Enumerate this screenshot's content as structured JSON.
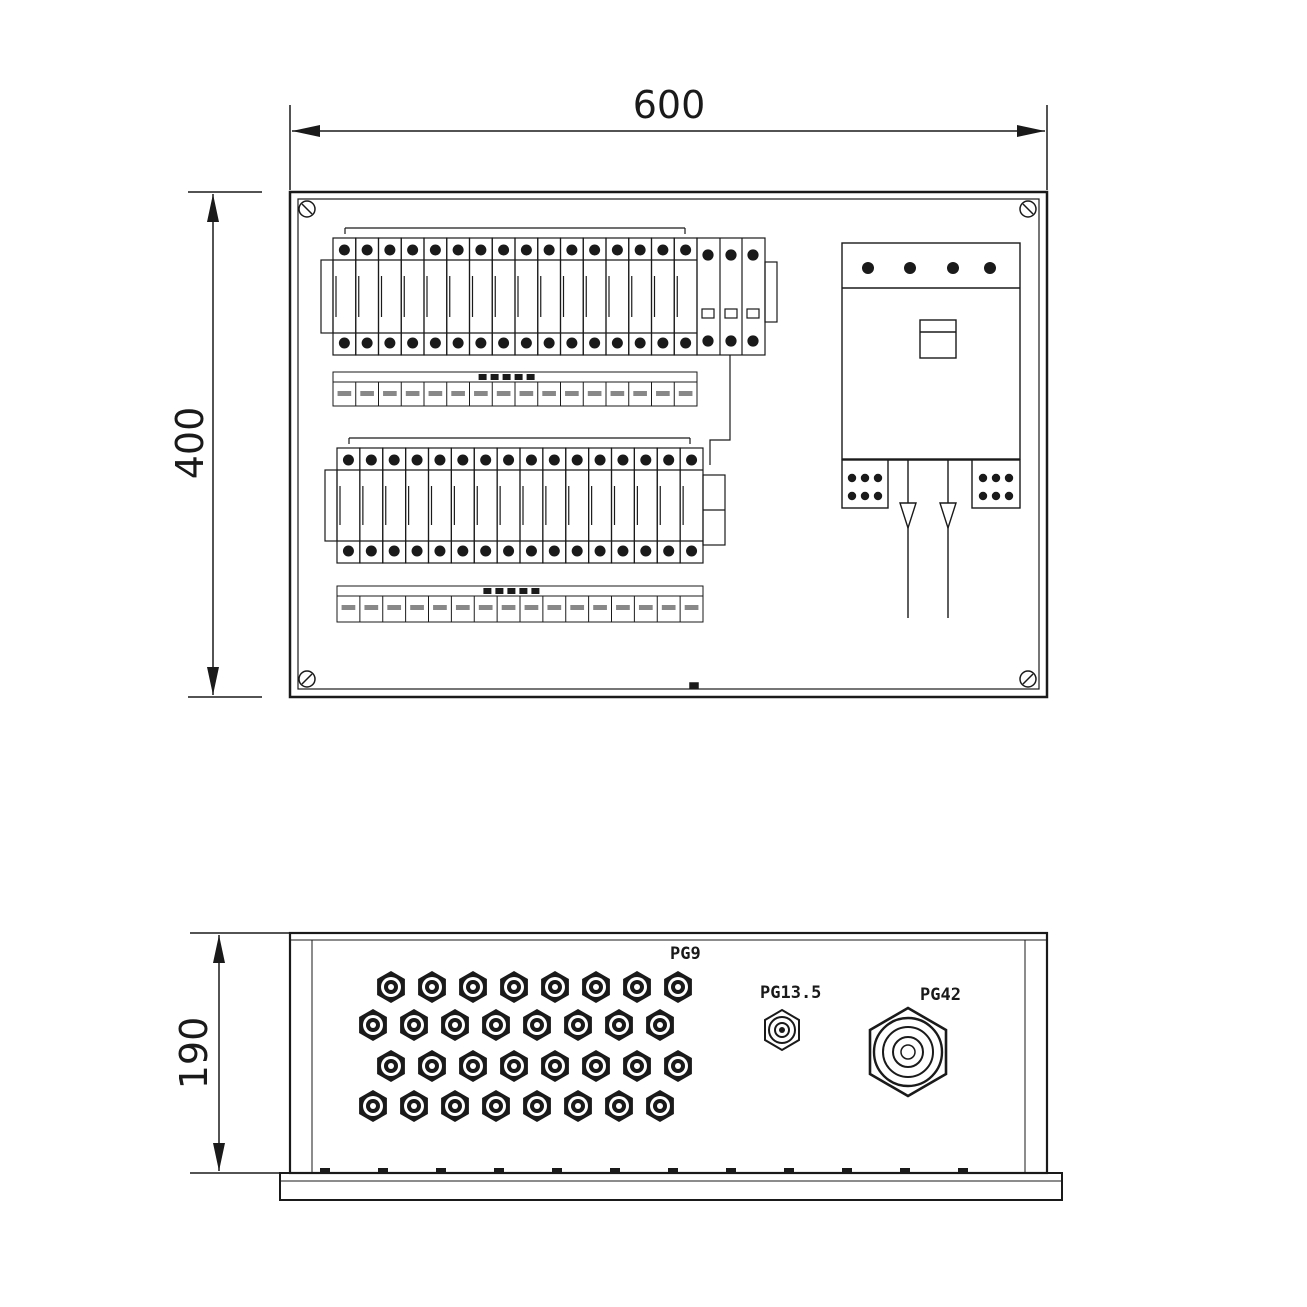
{
  "dimensions": {
    "width": "600",
    "height": "400",
    "depth": "190"
  },
  "glands": {
    "small": "PG9",
    "medium": "PG13.5",
    "large": "PG42"
  },
  "layout": {
    "module_rows": 2,
    "modules_per_row": 16,
    "label_strip_cells": 16,
    "gland_rows": [
      8,
      8,
      8,
      8
    ],
    "panel_terminals_top": 4
  },
  "colors": {
    "line": "#1a1a1a",
    "background": "#ffffff"
  }
}
